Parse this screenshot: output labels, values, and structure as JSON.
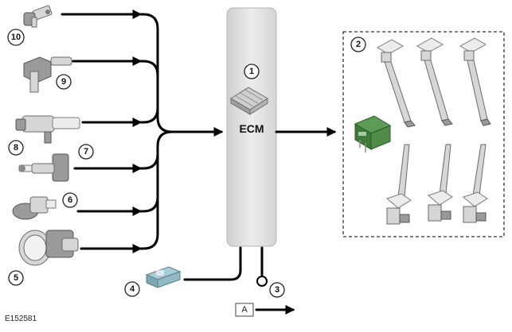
{
  "ecm": {
    "label": "ECM"
  },
  "figure_id": "E152581",
  "view_reference": "A",
  "callouts": {
    "c1": "1",
    "c2": "2",
    "c3": "3",
    "c4": "4",
    "c5": "5",
    "c6": "6",
    "c7": "7",
    "c8": "8",
    "c9": "9",
    "c10": "10"
  },
  "colors": {
    "wire": "#000000",
    "ecm_body": "#e2e2e2",
    "relay": "#3f7a3a",
    "output_box_border": "#333333"
  }
}
